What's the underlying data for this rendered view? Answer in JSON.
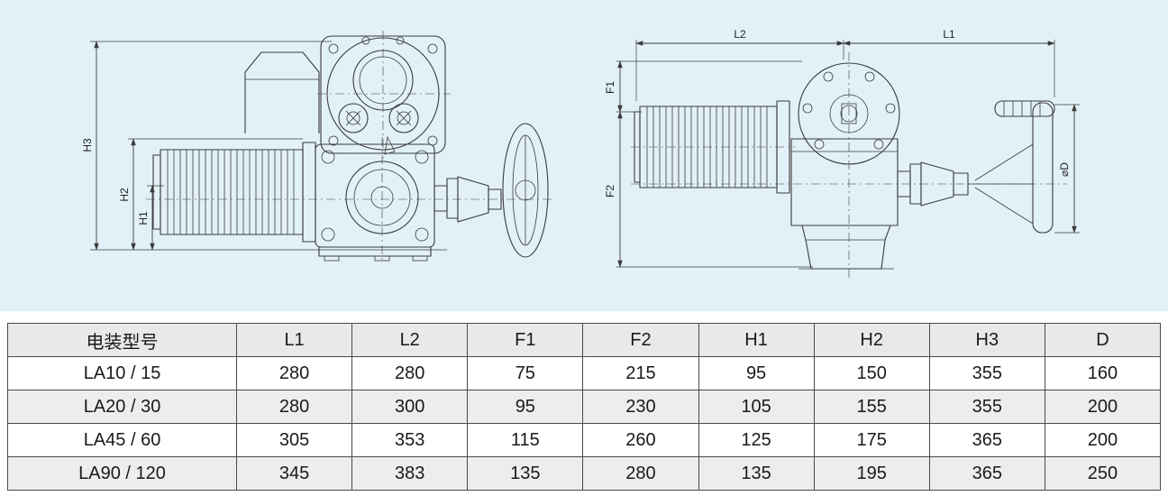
{
  "diagram": {
    "left_view": {
      "h3_label": "H3",
      "h2_label": "H2",
      "h1_label": "H1"
    },
    "right_view": {
      "l2_label": "L2",
      "l1_label": "L1",
      "f1_label": "F1",
      "f2_label": "F2",
      "d_label": "⌀D"
    }
  },
  "table": {
    "headers": [
      "电装型号",
      "L1",
      "L2",
      "F1",
      "F2",
      "H1",
      "H2",
      "H3",
      "D"
    ],
    "rows": [
      [
        "LA10 / 15",
        "280",
        "280",
        "75",
        "215",
        "95",
        "150",
        "355",
        "160"
      ],
      [
        "LA20 / 30",
        "280",
        "300",
        "95",
        "230",
        "105",
        "155",
        "355",
        "200"
      ],
      [
        "LA45 / 60",
        "305",
        "353",
        "115",
        "260",
        "125",
        "175",
        "365",
        "200"
      ],
      [
        "LA90 / 120",
        "345",
        "383",
        "135",
        "280",
        "135",
        "195",
        "365",
        "250"
      ]
    ]
  },
  "colors": {
    "diagram_background": "#e2f1f7",
    "table_header_background": "#e9e9e9",
    "table_row_alt_background": "#ededed",
    "line_color": "#3b3b3b"
  }
}
